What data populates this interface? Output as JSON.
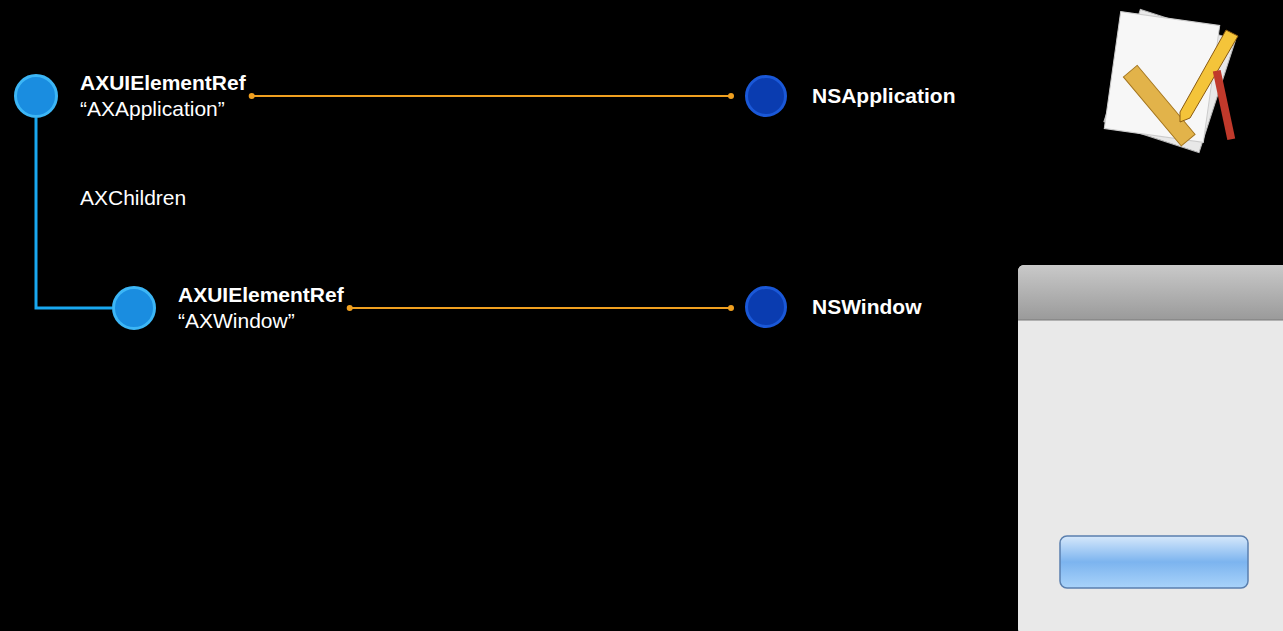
{
  "diagram": {
    "nodes": [
      {
        "text": [
          "AXUIElementRef",
          "“AXApplication”"
        ]
      },
      {
        "text": [
          "NSApplication"
        ]
      },
      {
        "text": [
          "AXUIElementRef",
          "“AXWindow”"
        ]
      },
      {
        "text": [
          "NSWindow"
        ]
      }
    ],
    "edges": [
      {
        "from": 0,
        "to": 1,
        "arrow": "none"
      },
      {
        "from": 2,
        "to": 3,
        "arrow": "none"
      },
      {
        "from": 0,
        "to": 2,
        "arrow": "none",
        "label": "AXChildren"
      }
    ]
  }
}
